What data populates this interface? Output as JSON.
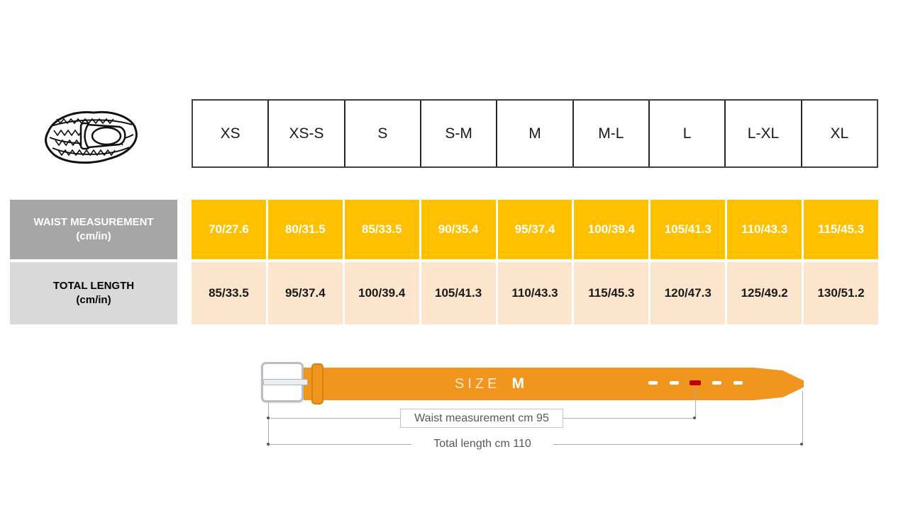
{
  "table": {
    "sizes": [
      "XS",
      "XS-S",
      "S",
      "S-M",
      "M",
      "M-L",
      "L",
      "L-XL",
      "XL"
    ],
    "waist": {
      "title": "WAIST MEASUREMENT",
      "unit": "(cm/in)",
      "values": [
        "70/27.6",
        "80/31.5",
        "85/33.5",
        "90/35.4",
        "95/37.4",
        "100/39.4",
        "105/41.3",
        "110/43.3",
        "115/45.3"
      ]
    },
    "length": {
      "title": "TOTAL LENGTH",
      "unit": "(cm/in)",
      "values": [
        "85/33.5",
        "95/37.4",
        "100/39.4",
        "105/41.3",
        "110/43.3",
        "115/45.3",
        "120/47.3",
        "125/49.2",
        "130/51.2"
      ]
    }
  },
  "diagram": {
    "size_label": "SIZE",
    "size_value": "M",
    "waist_annotation": "Waist measurement cm 95",
    "length_annotation": "Total length cm 110"
  },
  "colors": {
    "waist_row_bg": "#FFC000",
    "waist_header_bg": "#A6A6A6",
    "length_row_bg": "#FCE5CD",
    "length_header_bg": "#D9D9D9",
    "belt_orange": "#F0961E",
    "marked_hole_red": "#C00000"
  }
}
